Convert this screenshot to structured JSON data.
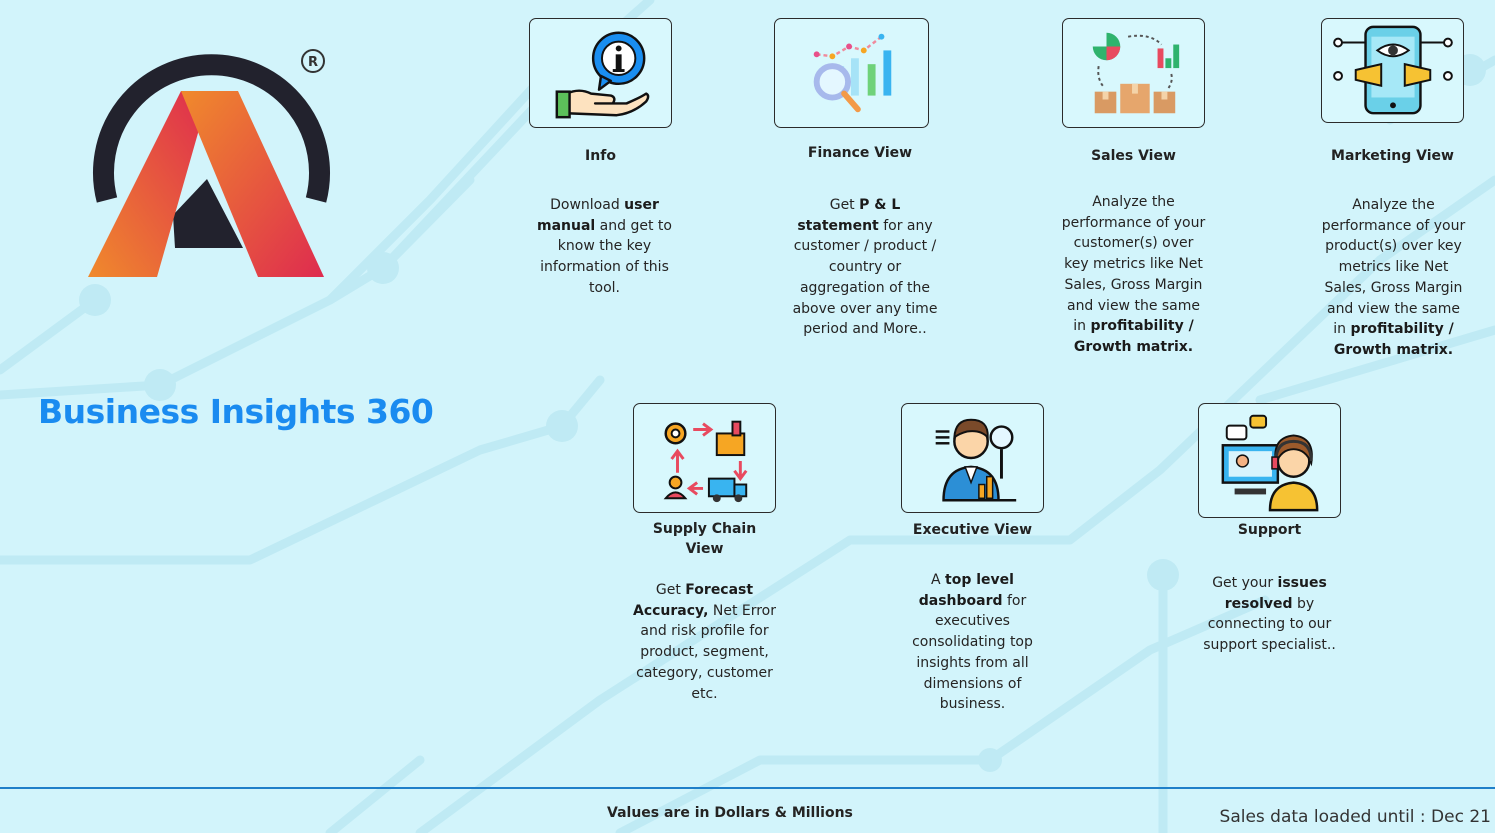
{
  "brand": {
    "title": "Business Insights 360",
    "registered_mark": "R"
  },
  "cards": {
    "info": {
      "title": "Info",
      "icon": "info-hand-icon",
      "desc": [
        {
          "t": "Download "
        },
        {
          "t": "user manual",
          "b": true
        },
        {
          "t": " and get to know the key information of this tool."
        }
      ]
    },
    "finance": {
      "title": "Finance View",
      "icon": "finance-chart-magnifier-icon",
      "desc": [
        {
          "t": "Get "
        },
        {
          "t": "P & L statement",
          "b": true
        },
        {
          "t": " for any customer / product / country or aggregation of the above over any time period and More.."
        }
      ]
    },
    "sales": {
      "title": "Sales View",
      "icon": "sales-boxes-chart-icon",
      "desc": [
        {
          "t": "Analyze the performance of your customer(s) over key metrics like Net Sales, Gross Margin and view the same in "
        },
        {
          "t": "profitability / Growth matrix.",
          "b": true
        }
      ]
    },
    "marketing": {
      "title": "Marketing View",
      "icon": "marketing-megaphone-phone-icon",
      "desc": [
        {
          "t": "Analyze the performance of your product(s) over key metrics like Net Sales, Gross Margin and view the same in "
        },
        {
          "t": "profitability / Growth matrix.",
          "b": true
        }
      ]
    },
    "supply": {
      "title": "Supply Chain View",
      "icon": "supply-chain-cycle-icon",
      "desc": [
        {
          "t": "Get "
        },
        {
          "t": "Forecast Accuracy,",
          "b": true
        },
        {
          "t": " Net Error and risk profile for product, segment, category, customer etc."
        }
      ]
    },
    "executive": {
      "title": "Executive View",
      "icon": "executive-analyst-icon",
      "desc": [
        {
          "t": "A "
        },
        {
          "t": "top level dashboard",
          "b": true
        },
        {
          "t": " for executives consolidating top insights from all dimensions of business."
        }
      ]
    },
    "support": {
      "title": "Support",
      "icon": "support-headset-agent-icon",
      "desc": [
        {
          "t": "Get your "
        },
        {
          "t": "issues resolved",
          "b": true
        },
        {
          "t": " by connecting to our support specialist.."
        }
      ]
    }
  },
  "footer": {
    "note": "Values are in Dollars & Millions",
    "status": "Sales data loaded until : Dec 21"
  },
  "colors": {
    "background": "#d2f4fb",
    "brand_blue": "#1a8bf0",
    "logo_orange": "#f08a2c",
    "logo_red": "#de2b4f",
    "logo_arc": "#22222d",
    "footer_line": "#1f7fc9"
  }
}
